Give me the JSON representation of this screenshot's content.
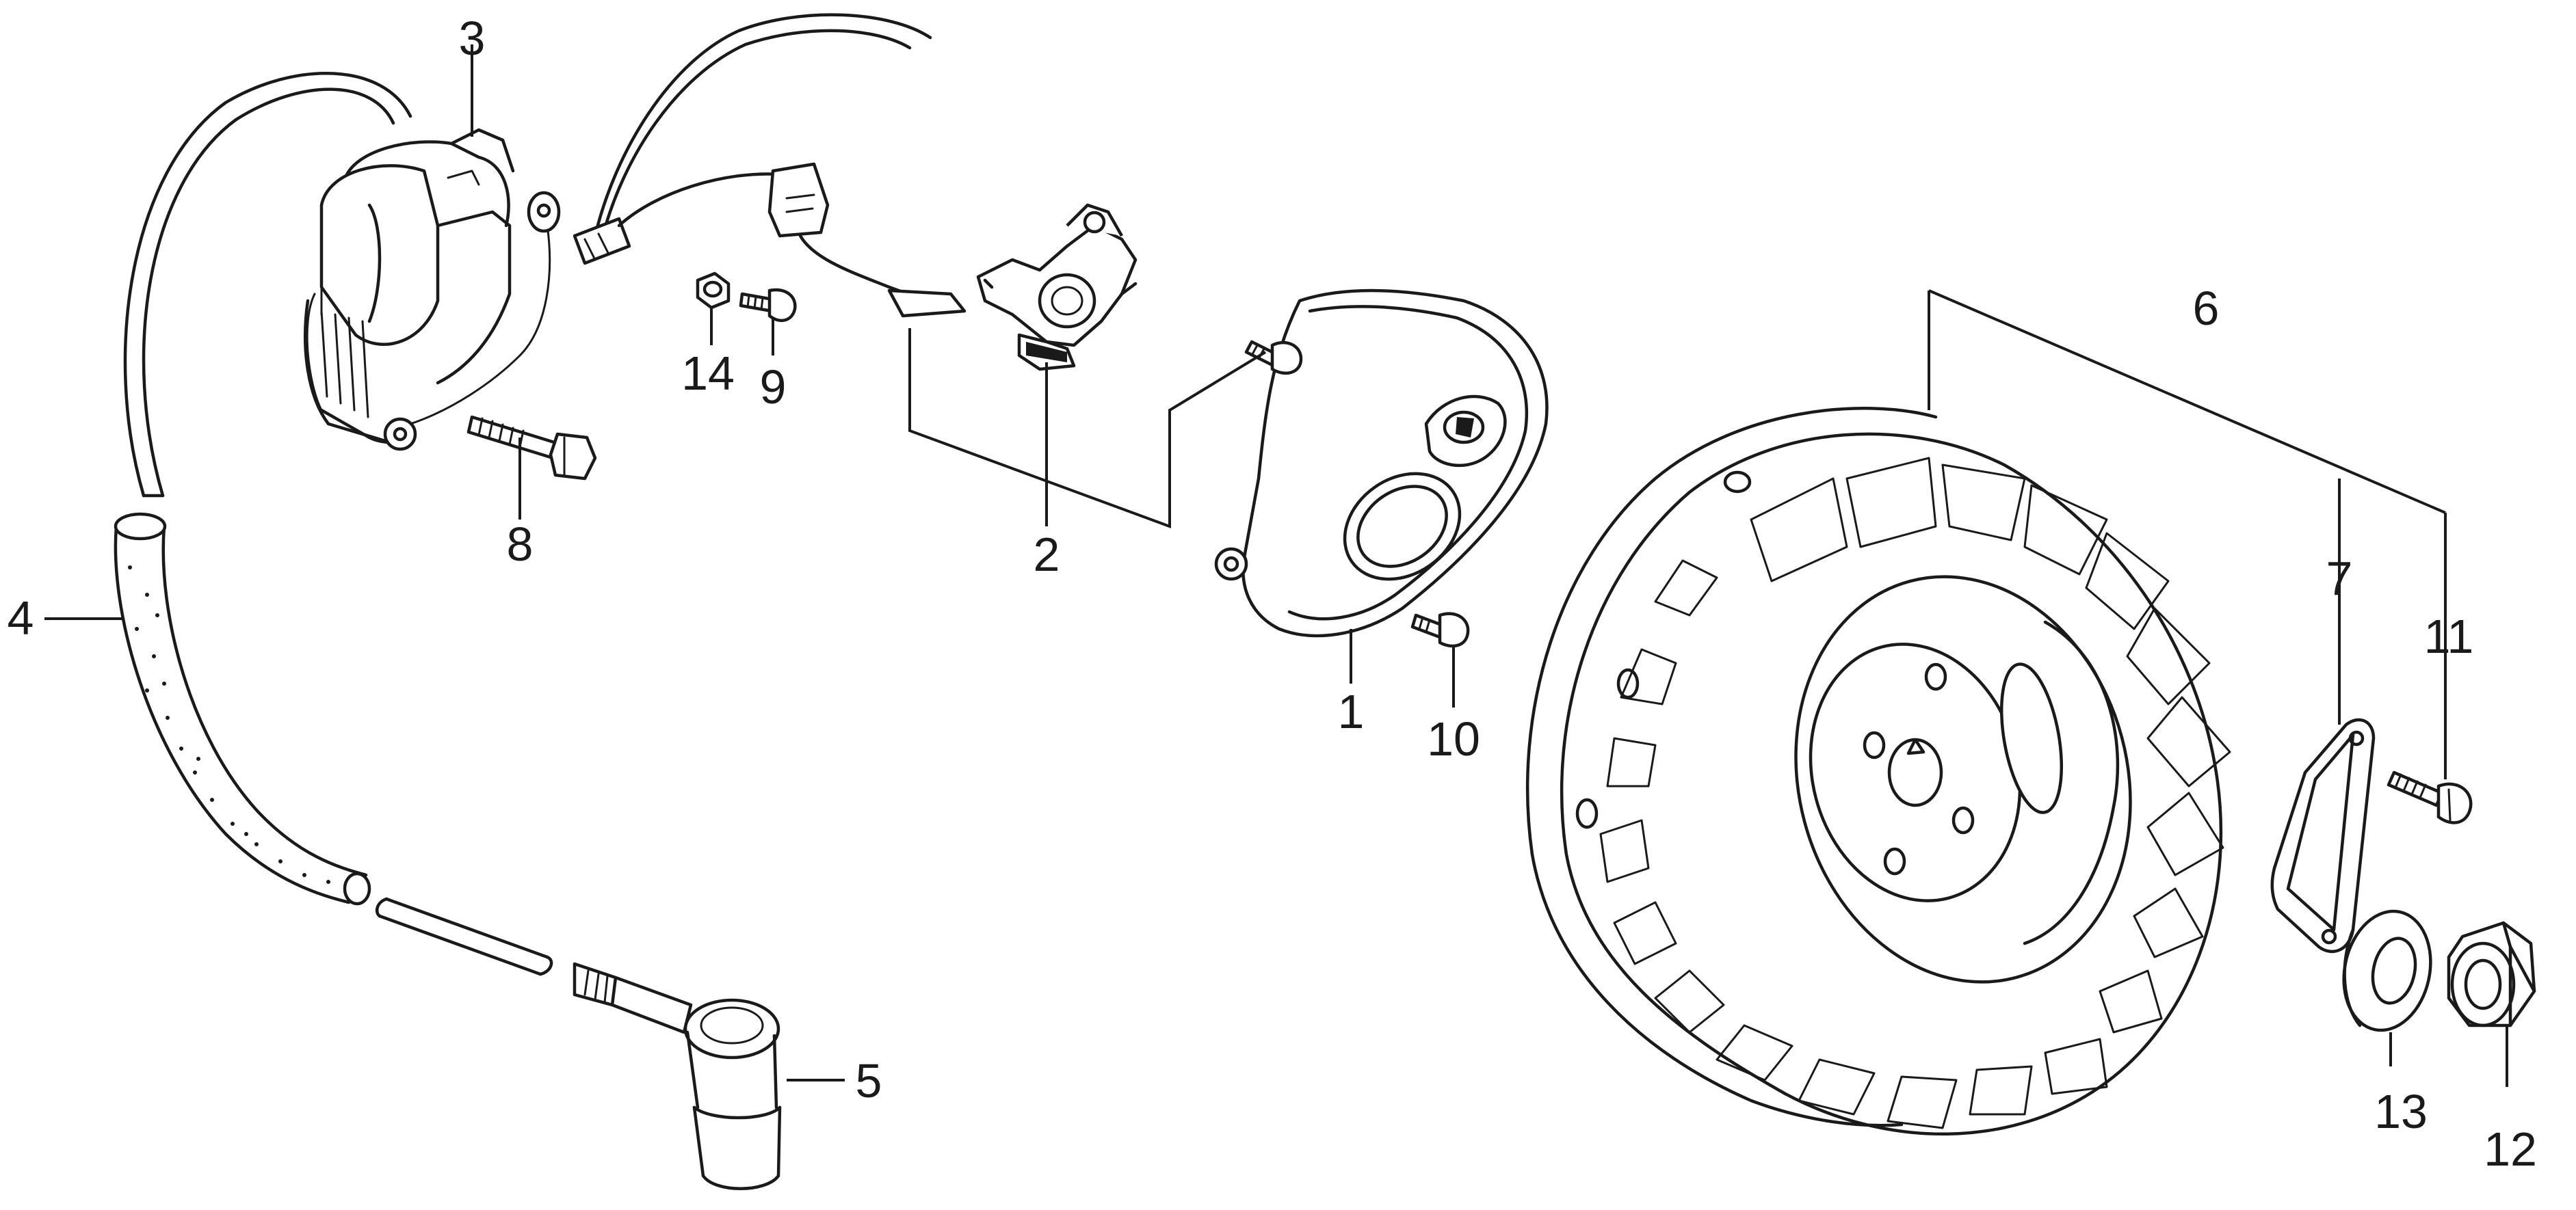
{
  "diagram": {
    "callouts": [
      {
        "id": "p1",
        "label": "1"
      },
      {
        "id": "p2",
        "label": "2"
      },
      {
        "id": "p3",
        "label": "3"
      },
      {
        "id": "p4",
        "label": "4"
      },
      {
        "id": "p5",
        "label": "5"
      },
      {
        "id": "p6",
        "label": "6"
      },
      {
        "id": "p7",
        "label": "7"
      },
      {
        "id": "p8",
        "label": "8"
      },
      {
        "id": "p9",
        "label": "9"
      },
      {
        "id": "p10",
        "label": "10"
      },
      {
        "id": "p11",
        "label": "11"
      },
      {
        "id": "p12",
        "label": "12"
      },
      {
        "id": "p13",
        "label": "13"
      },
      {
        "id": "p14",
        "label": "14"
      }
    ]
  }
}
